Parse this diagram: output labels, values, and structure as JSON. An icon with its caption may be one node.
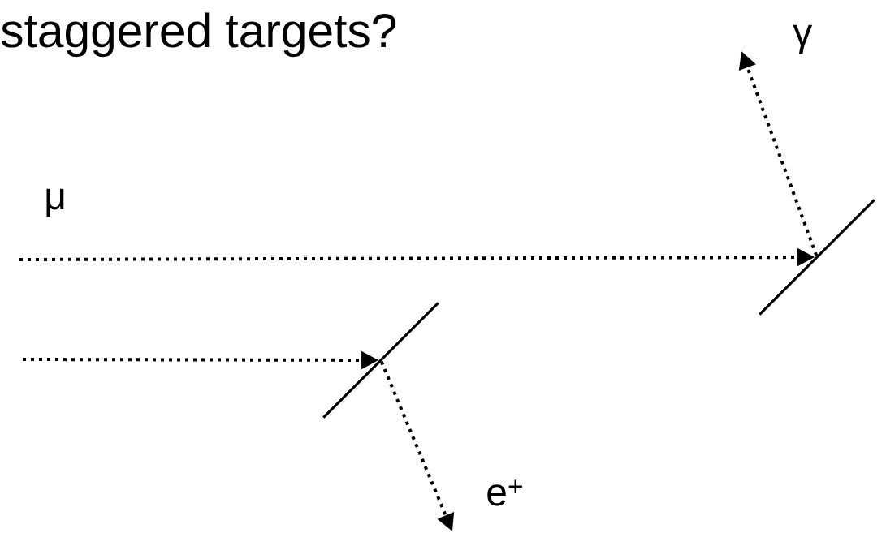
{
  "diagram": {
    "title": "staggered targets?",
    "nodes": [
      {
        "text": [],
        "shape": "bar"
      },
      {
        "text": [],
        "shape": "bar"
      }
    ],
    "edges": [
      {
        "from": null,
        "to": 1,
        "arrow": "to"
      },
      {
        "from": null,
        "to": 0,
        "arrow": "to"
      },
      {
        "from": 1,
        "to": null,
        "arrow": "to"
      },
      {
        "from": 0,
        "to": null,
        "arrow": "to"
      }
    ],
    "labels": [
      "μ",
      "γ",
      "e$^{+}$"
    ]
  }
}
